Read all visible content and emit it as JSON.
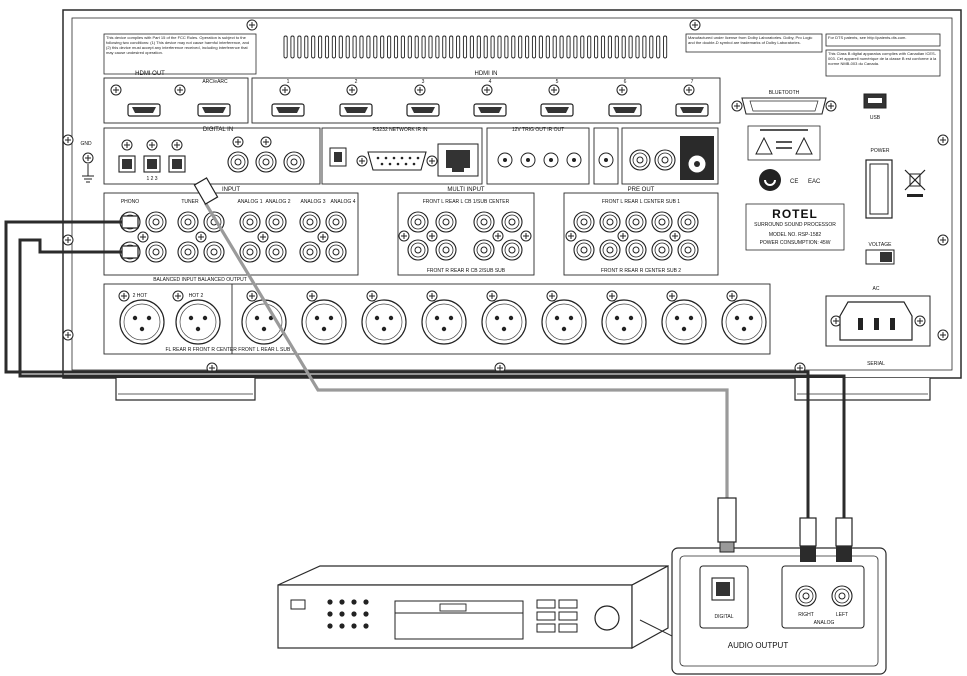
{
  "receiver": {
    "fcc_notice": "This device complies with Part 15 of the FCC Rules. Operation is subject to the following two conditions: (1) This device may not cause harmful interference, and (2) this device must accept any interference received, including interference that may cause undesired operation.",
    "dolby_notice": "Manufactured under license from Dolby Laboratories. Dolby, Pro Logic and the double-D symbol are trademarks of Dolby Laboratories.",
    "dts_notice": "For DTS patents, see http://patents.dts.com.",
    "canada_notice": "This Class B digital apparatus complies with Canadian ICES-003. Cet appareil numérique de la classe B est conforme à la norme NMB-003 du Canada.",
    "hdmi_out_label": "HDMI OUT",
    "hdmi_out_sub": "ARC/eARC",
    "hdmi_in_label": "HDMI IN",
    "hdmi_in_numbers": [
      "1",
      "2",
      "3",
      "4",
      "5",
      "6",
      "7"
    ],
    "bluetooth_label": "BLUETOOTH",
    "usb_label": "USB",
    "digital_in_label": "DIGITAL IN",
    "rs232_label": "RS232 NETWORK   IR IN",
    "trigger_label": "12V TRIG OUT   IR OUT",
    "gnd_label": "GND",
    "coax_numbers": "1  2  3",
    "input_label": "INPUT",
    "phono_label": "PHONO",
    "tuner_label": "TUNER",
    "analog_labels": [
      "ANALOG 1",
      "ANALOG 2",
      "ANALOG 3",
      "ANALOG 4"
    ],
    "multi_input_label": "MULTI INPUT",
    "multi_top": "FRONT L   REAR L   CB 1/SUB   CENTER",
    "multi_bottom": "FRONT R   REAR R   CB 2/SUB   SUB",
    "preout_label": "PRE OUT",
    "preout_top": "FRONT L   REAR L   CENTER   SUB 1",
    "preout_bottom": "FRONT R   REAR R   CENTER   SUB 2",
    "balanced_label": "BALANCED INPUT   BALANCED OUTPUT",
    "balanced_bottom": "FL  REAR R  FRONT R  CENTER  FRONT L  REAR L  SUB 1",
    "xlr_pins": [
      "2 HOT",
      "HOT 2"
    ],
    "brand": "ROTEL",
    "brand_sub": "SURROUND SOUND PROCESSOR",
    "model_line": "MODEL NO. RSP-1582",
    "power_consumption": "POWER CONSUMPTION: 45W",
    "power_label": "POWER",
    "voltage_label": "VOLTAGE",
    "serial_label": "SERIAL",
    "ac_label": "AC"
  },
  "source": {
    "optical_label": "DIGITAL",
    "rca_labels": [
      "RIGHT",
      "LEFT"
    ],
    "analog_label": "ANALOG",
    "audio_output_label": "AUDIO OUTPUT"
  },
  "colors": {
    "outline": "#2a2a2a",
    "optical_cable": "#9a9a9a",
    "analog_cable": "#2b2b2b",
    "panel_fill": "#ffffff"
  },
  "icons": [
    "screw-icon",
    "hdmi-port-icon",
    "optical-port-icon",
    "rca-jack-icon",
    "xlr-jack-icon",
    "ethernet-port-icon",
    "db9-port-icon",
    "usb-port-icon",
    "iec-power-inlet-icon",
    "weee-bin-icon",
    "ce-mark-icon",
    "eac-mark-icon",
    "warning-triangle-icon",
    "ground-icon"
  ]
}
